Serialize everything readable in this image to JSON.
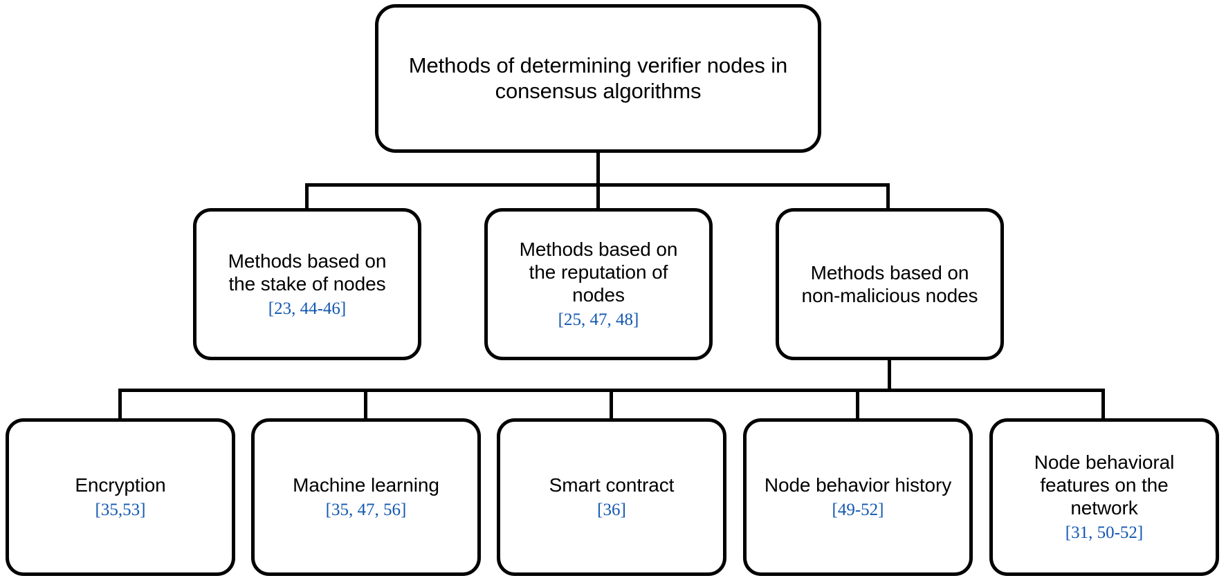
{
  "diagram": {
    "type": "hierarchy-tree",
    "title": "Methods of determining verifier nodes in consensus algorithms",
    "citation_color": "#1257b0",
    "box_border_color": "#000000",
    "background_color": "#ffffff",
    "root": {
      "label": "Methods of determining verifier nodes in\nconsensus algorithms",
      "citation": ""
    },
    "level2": [
      {
        "label": "Methods based on\nthe stake of nodes",
        "citation": "[23, 44-46]"
      },
      {
        "label": "Methods based on\nthe reputation of\nnodes",
        "citation": "[25, 47, 48]"
      },
      {
        "label": "Methods based on\nnon-malicious nodes",
        "citation": ""
      }
    ],
    "level3": [
      {
        "label": "Encryption",
        "citation": "[35,53]"
      },
      {
        "label": "Machine learning",
        "citation": "[35, 47, 56]"
      },
      {
        "label": "Smart contract",
        "citation": "[36]"
      },
      {
        "label": "Node behavior history",
        "citation": "[49-52]"
      },
      {
        "label": "Node behavioral\nfeatures on the\nnetwork",
        "citation": "[31, 50-52]"
      }
    ]
  }
}
